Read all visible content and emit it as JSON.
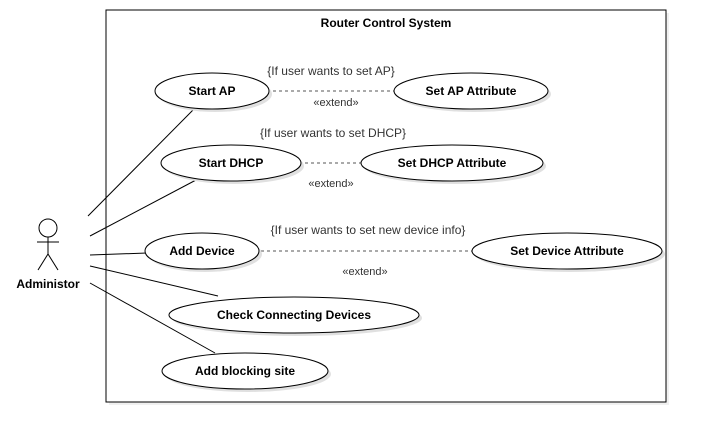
{
  "system": {
    "title": "Router Control System"
  },
  "actor": {
    "name": "Administor"
  },
  "use_cases": {
    "start_ap": "Start AP",
    "start_dhcp": "Start DHCP",
    "add_device": "Add Device",
    "check_connecting": "Check Connecting Devices",
    "add_blocking": "Add blocking site",
    "set_ap_attr": "Set AP Attribute",
    "set_dhcp_attr": "Set DHCP Attribute",
    "set_device_attr": "Set Device Attribute"
  },
  "extends": {
    "ap": {
      "condition": "{If user wants to set AP}",
      "stereotype": "«extend»"
    },
    "dhcp": {
      "condition": "{If user wants to set DHCP}",
      "stereotype": "«extend»"
    },
    "device": {
      "condition": "{If user wants to set new device info}",
      "stereotype": "«extend»"
    }
  },
  "colors": {
    "stroke": "#000000",
    "dashed": "#555555",
    "shadow": "#d9d9d9"
  }
}
